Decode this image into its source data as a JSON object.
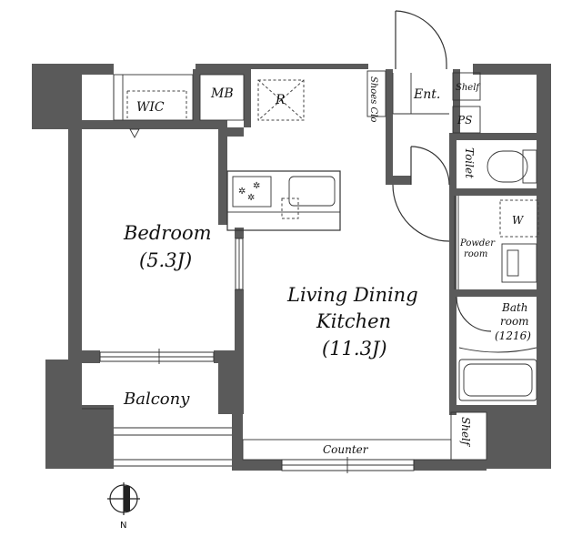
{
  "rooms": {
    "wic": "WIC",
    "mb": "MB",
    "r": "R",
    "shoes": "Shoes Clo",
    "ent": "Ent.",
    "shelf_top": "Shelf",
    "ps": "PS",
    "toilet": "Toilet",
    "w": "W",
    "powder_1": "Powder",
    "powder_2": "room",
    "bath_1": "Bath",
    "bath_2": "room",
    "bath_3": "(1216)",
    "bedroom_1": "Bedroom",
    "bedroom_2": "(5.3J)",
    "ldk_1": "Living Dining",
    "ldk_2": "Kitchen",
    "ldk_3": "(11.3J)",
    "balcony": "Balcony",
    "shelf_bottom": "Shelf",
    "counter": "Counter"
  },
  "compass": {
    "north": "N"
  }
}
